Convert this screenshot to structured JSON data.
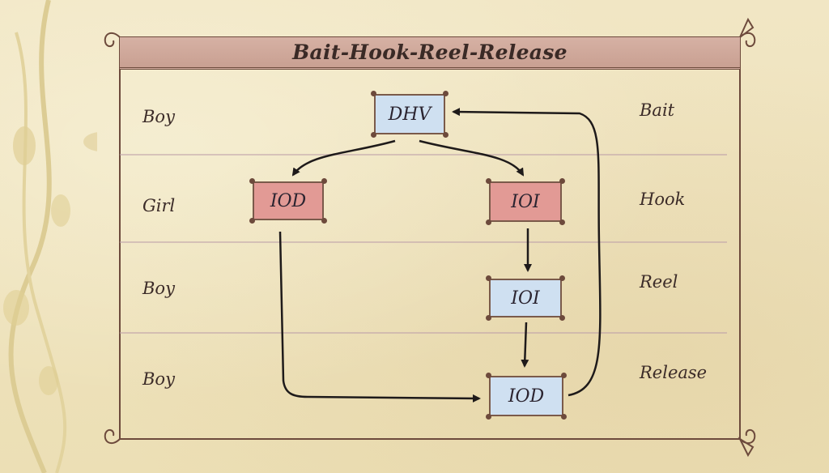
{
  "title": "Bait-Hook-Reel-Release",
  "left_labels": [
    "Boy",
    "Girl",
    "Boy",
    "Boy"
  ],
  "right_labels": [
    "Bait",
    "Hook",
    "Reel",
    "Release"
  ],
  "nodes": {
    "dhv": "DHV",
    "iod_left": "IOD",
    "ioi_red": "IOI",
    "ioi_blue": "IOI",
    "iod_bottom": "IOD"
  },
  "colors": {
    "blue_node": "#cfe0f1",
    "red_node": "#e29a95",
    "title_bar": "#c9a092",
    "background": "#efe3bd"
  }
}
